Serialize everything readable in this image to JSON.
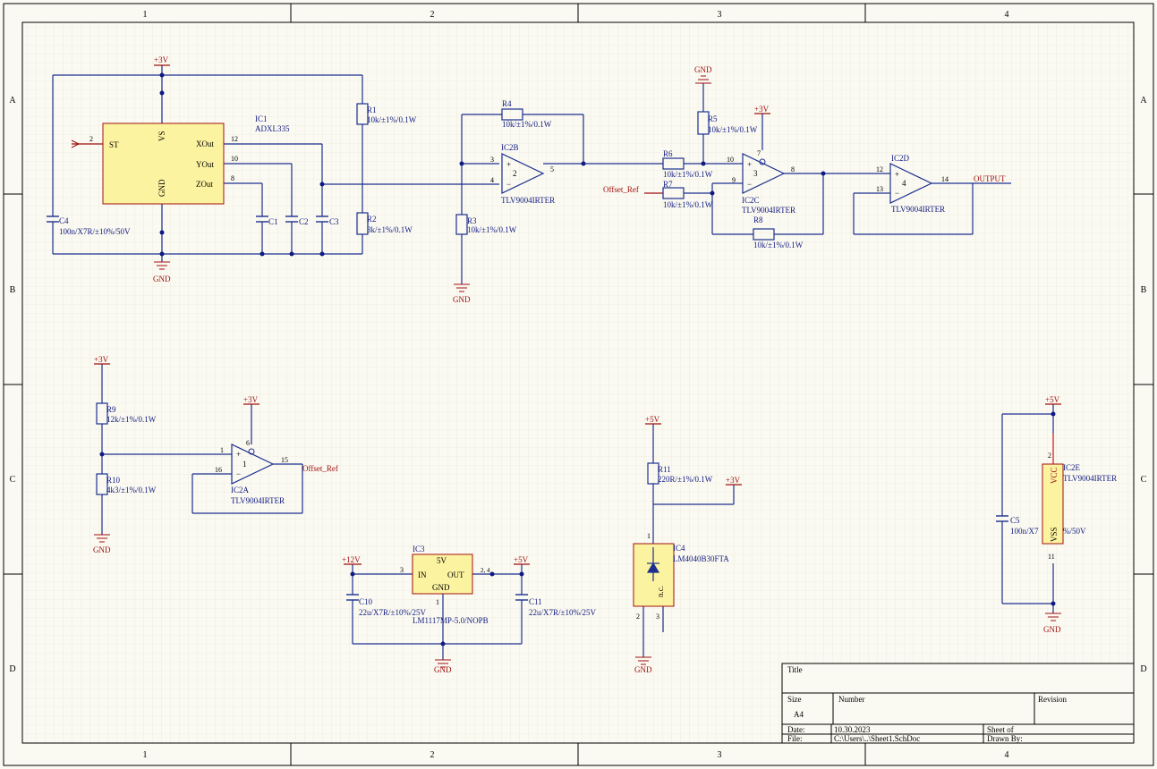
{
  "frame": {
    "cols": [
      "1",
      "2",
      "3",
      "4"
    ],
    "rows": [
      "A",
      "B",
      "C",
      "D"
    ]
  },
  "title_block": {
    "title_label": "Title",
    "size_label": "Size",
    "size_value": "A4",
    "number_label": "Number",
    "revision_label": "Revision",
    "date_label": "Date:",
    "date_value": "10.30.2023",
    "sheet_label": "Sheet   of",
    "file_label": "File:",
    "file_value": "C:\\Users\\..\\Sheet1.SchDoc",
    "drawn_by_label": "Drawn By:"
  },
  "nets": {
    "p3v": "+3V",
    "p5v": "+5V",
    "p12v": "+12V",
    "gnd": "GND",
    "offset_ref": "Offset_Ref",
    "output": "OUTPUT"
  },
  "components": {
    "ic1": {
      "ref": "IC1",
      "value": "ADXL335",
      "pin_st": "ST",
      "pin_vs": "VS",
      "pin_gnd": "GND",
      "pin_xout": "XOut",
      "pin_yout": "YOut",
      "pin_zout": "ZOut",
      "n2": "2",
      "n12": "12",
      "n10": "10",
      "n8": "8"
    },
    "c1": {
      "ref": "C1"
    },
    "c2": {
      "ref": "C2"
    },
    "c3": {
      "ref": "C3"
    },
    "c4": {
      "ref": "C4",
      "value": "100n/X7R/±10%/50V"
    },
    "r1": {
      "ref": "R1",
      "value": "10k/±1%/0.1W"
    },
    "r2": {
      "ref": "R2",
      "value": "3k/±1%/0.1W"
    },
    "r3": {
      "ref": "R3",
      "value": "10k/±1%/0.1W"
    },
    "r4": {
      "ref": "R4",
      "value": "10k/±1%/0.1W"
    },
    "r5": {
      "ref": "R5",
      "value": "10k/±1%/0.1W"
    },
    "r6": {
      "ref": "R6",
      "value": "10k/±1%/0.1W"
    },
    "r7": {
      "ref": "R7",
      "value": "10k/±1%/0.1W"
    },
    "r8": {
      "ref": "R8",
      "value": "10k/±1%/0.1W"
    },
    "r9": {
      "ref": "R9",
      "value": "12k/±1%/0.1W"
    },
    "r10": {
      "ref": "R10",
      "value": "4k3/±1%/0.1W"
    },
    "r11": {
      "ref": "R11",
      "value": "220R/±1%/0.1W"
    },
    "ic2a": {
      "ref": "IC2A",
      "value": "TLV9004IRTER",
      "n1": "1",
      "n16": "16",
      "n15": "15",
      "n6": "6",
      "unit": "1"
    },
    "ic2b": {
      "ref": "IC2B",
      "value": "TLV9004IRTER",
      "n3": "3",
      "n4": "4",
      "n5": "5",
      "unit": "2"
    },
    "ic2c": {
      "ref": "IC2C",
      "value": "TLV9004IRTER",
      "n10": "10",
      "n9": "9",
      "n8": "8",
      "n7": "7",
      "unit": "3"
    },
    "ic2d": {
      "ref": "IC2D",
      "value": "TLV9004IRTER",
      "n12": "12",
      "n13": "13",
      "n14": "14",
      "unit": "4"
    },
    "ic2e": {
      "ref": "IC2E",
      "value": "TLV9004IRTER",
      "pin_vcc": "VCC",
      "pin_vss": "VSS",
      "n2": "2",
      "n11": "11"
    },
    "c5": {
      "ref": "C5",
      "value": "100n/X7",
      "value_tail": "%/50V"
    },
    "ic3": {
      "ref": "IC3",
      "volt": "5V",
      "pin_in": "IN",
      "pin_out": "OUT",
      "pin_gnd": "GND",
      "value": "LM1117MP-5.0/NOPB",
      "n3": "3",
      "n24": "2, 4",
      "n1": "1"
    },
    "c10": {
      "ref": "C10",
      "value": "22u/X7R/±10%/25V"
    },
    "c11": {
      "ref": "C11",
      "value": "22u/X7R/±10%/25V"
    },
    "ic4": {
      "ref": "IC4",
      "value": "LM4040B30FTA",
      "nc": "n.c.",
      "n1": "1",
      "n2": "2",
      "n3": "3"
    }
  },
  "colors": {
    "wire": "#1c2f8f",
    "component_fill": "#fcf3a0",
    "net_label": "#a01010",
    "text": "#101a80",
    "grid": "#e3e0d0",
    "frame": "#000000"
  }
}
